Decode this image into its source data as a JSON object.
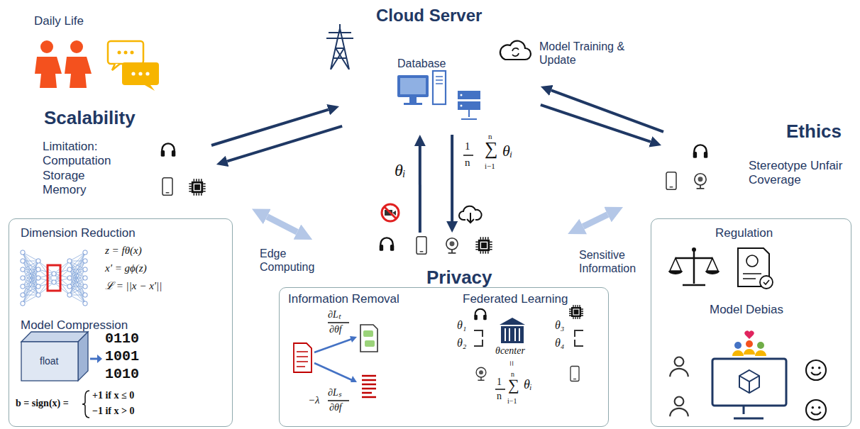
{
  "diagram": {
    "nodes": [
      {
        "text": [
          "Cloud Server",
          "Database",
          "Model Training & Update"
        ]
      },
      {
        "text": [
          "Scalability",
          "Limitation: Computation Storage Memory"
        ]
      },
      {
        "text": [
          "Privacy"
        ]
      },
      {
        "text": [
          "Ethics",
          "Stereotype Unfair Coverage"
        ]
      },
      {
        "text": [
          "Dimension Reduction",
          "Model Compression"
        ]
      },
      {
        "text": [
          "Information Removal",
          "Federated Learning"
        ]
      },
      {
        "text": [
          "Regulation",
          "Model Debias"
        ]
      }
    ],
    "edges": [
      {
        "from": 1,
        "to": 0,
        "arrow": "to"
      },
      {
        "from": 0,
        "to": 1,
        "arrow": "to"
      },
      {
        "from": 2,
        "to": 0,
        "arrow": "to",
        "label": "θᵢ"
      },
      {
        "from": 0,
        "to": 2,
        "arrow": "to"
      },
      {
        "from": 0,
        "to": 3,
        "arrow": "to"
      },
      {
        "from": 3,
        "to": 0,
        "arrow": "to"
      },
      {
        "from": 1,
        "to": 2,
        "arrow": "both",
        "label": "Edge Computing"
      },
      {
        "from": 2,
        "to": 3,
        "arrow": "both",
        "label": "Sensitive Information"
      }
    ],
    "labels": [
      "Daily Life",
      "1",
      "n",
      "n",
      "∑",
      "i−1",
      "θᵢ",
      "z = fθ(x)",
      "x′ = gϕ(z)",
      "ℒ = ||x − x′||",
      "float",
      "0110",
      "1001",
      "1010",
      "b = sign(x) =",
      "+1 if x ≤ 0",
      "−1 if x > 0",
      "∂Lₜ",
      "∂θf",
      "−λ",
      "∂Lₛ",
      "∂θf",
      "θ₁",
      "θ₂",
      "θcenter",
      "=",
      "1",
      "n",
      "n",
      "∑",
      "i−1",
      "θᵢ",
      "θ₃",
      "θ₄"
    ]
  }
}
